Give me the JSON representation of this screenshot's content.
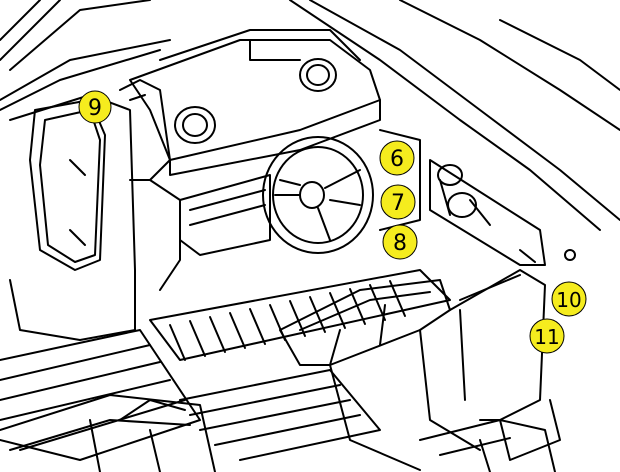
{
  "diagram": {
    "line_color": "#000000",
    "background_color": "#ffffff",
    "callout_fill": "#f5ec1e",
    "callouts": [
      {
        "id": "callout-9",
        "label": "9"
      },
      {
        "id": "callout-6",
        "label": "6"
      },
      {
        "id": "callout-7",
        "label": "7"
      },
      {
        "id": "callout-8",
        "label": "8"
      },
      {
        "id": "callout-10",
        "label": "10"
      },
      {
        "id": "callout-11",
        "label": "11"
      }
    ]
  }
}
